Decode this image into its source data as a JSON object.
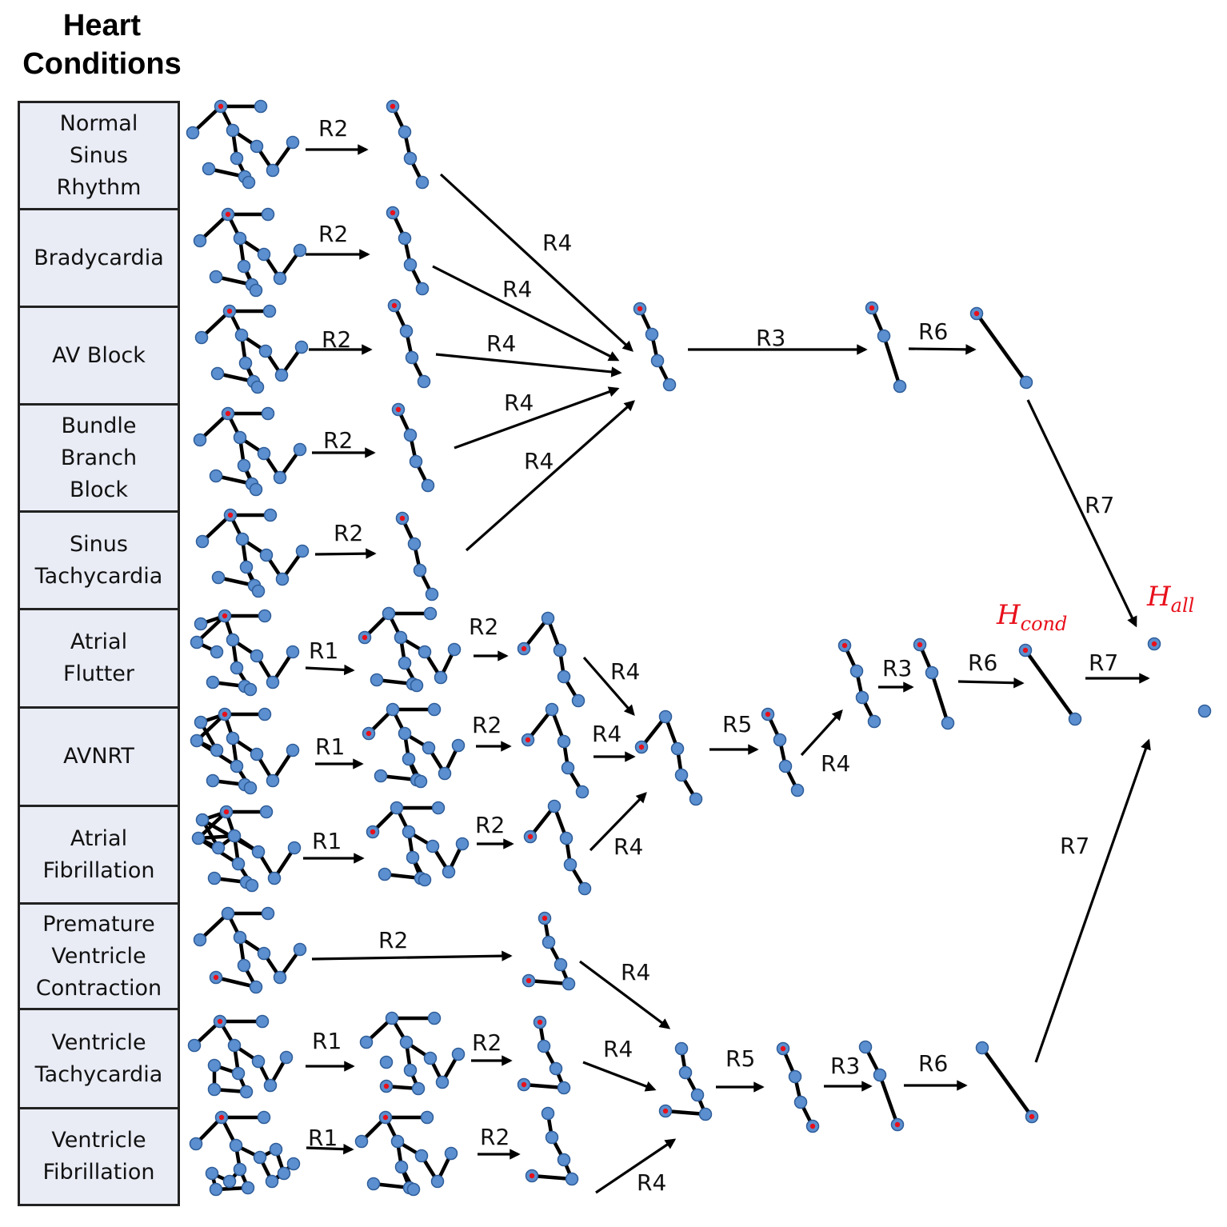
{
  "title": "Heart\nConditions",
  "conditions": [
    "Normal\nSinus\nRhythm",
    "Bradycardia",
    "AV Block",
    "Bundle\nBranch\nBlock",
    "Sinus\nTachycardia",
    "Atrial\nFlutter",
    "AVNRT",
    "Atrial\nFibrillation",
    "Premature\nVentricle\nContraction",
    "Ventricle\nTachycardia",
    "Ventricle\nFibrillation"
  ],
  "rules": {
    "r1": "R1",
    "r2": "R2",
    "r3": "R3",
    "r4": "R4",
    "r5": "R5",
    "r6": "R6",
    "r7": "R7"
  },
  "hypotheses": {
    "cond_main": "H",
    "cond_sub": "cond",
    "all_main": "H",
    "all_sub": "all"
  },
  "colors": {
    "node_fill": "#5b8fcf",
    "node_stroke": "#2f5d99",
    "root_dot": "#e8101b",
    "edge": "#000000",
    "cell_bg": "#e9ecf5",
    "hypothesis_text": "#e8101b"
  }
}
